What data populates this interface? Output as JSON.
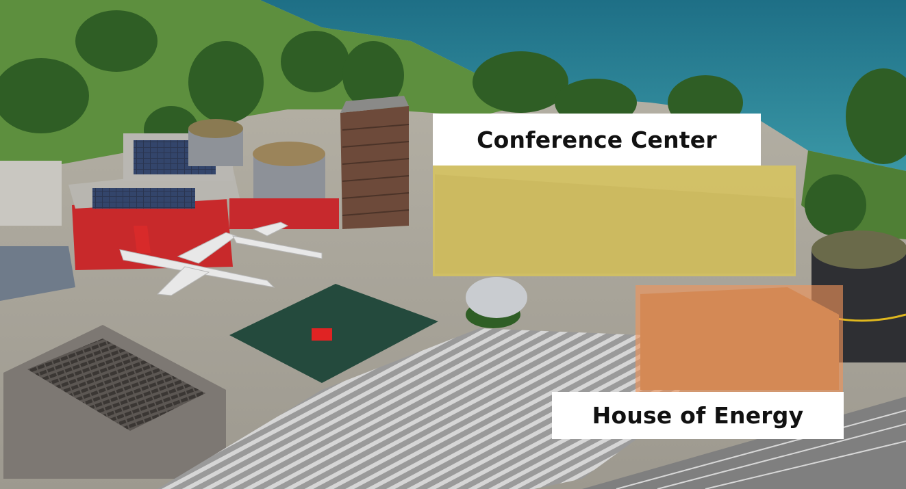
{
  "labels": {
    "conference": "Conference Center",
    "energy": "House of Energy"
  },
  "colors": {
    "conference_overlay": "#e8cf45",
    "energy_overlay": "#f0955a",
    "lake": "#2f7f92",
    "label_background": "#ffffff",
    "label_text": "#111111"
  },
  "overlays": {
    "conference_opacity": 0.62,
    "energy_opacity": 0.62
  }
}
